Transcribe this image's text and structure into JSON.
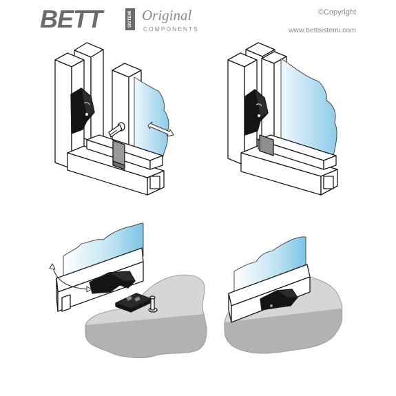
{
  "brand": {
    "logo_text": "BETT",
    "logo_side_text": "SISTEMI",
    "tagline_script": "Original",
    "tagline_sub": "COMPONENTS"
  },
  "copyright": "©Copyright",
  "website": "www.bettsistemi.com",
  "colors": {
    "glass_light": "#e6f4fb",
    "glass_dark": "#7fc6e6",
    "frame_fill": "#ffffff",
    "outline": "#1a1a1a",
    "clip_black": "#141414",
    "floor_grey": "#d2d2d2",
    "floor_edge": "#a9a9a9",
    "logo_grey": "#6b6b6b"
  },
  "panels": [
    {
      "id": "top-left",
      "depicts": "frame-corner-with-clip-screw-and-glass-arrow"
    },
    {
      "id": "top-right",
      "depicts": "frame-corner-with-clip-installed"
    },
    {
      "id": "bottom-left",
      "depicts": "glass-rail-on-floor-with-clip-base-and-screw"
    },
    {
      "id": "bottom-right",
      "depicts": "glass-rail-on-floor-clip-installed"
    }
  ]
}
